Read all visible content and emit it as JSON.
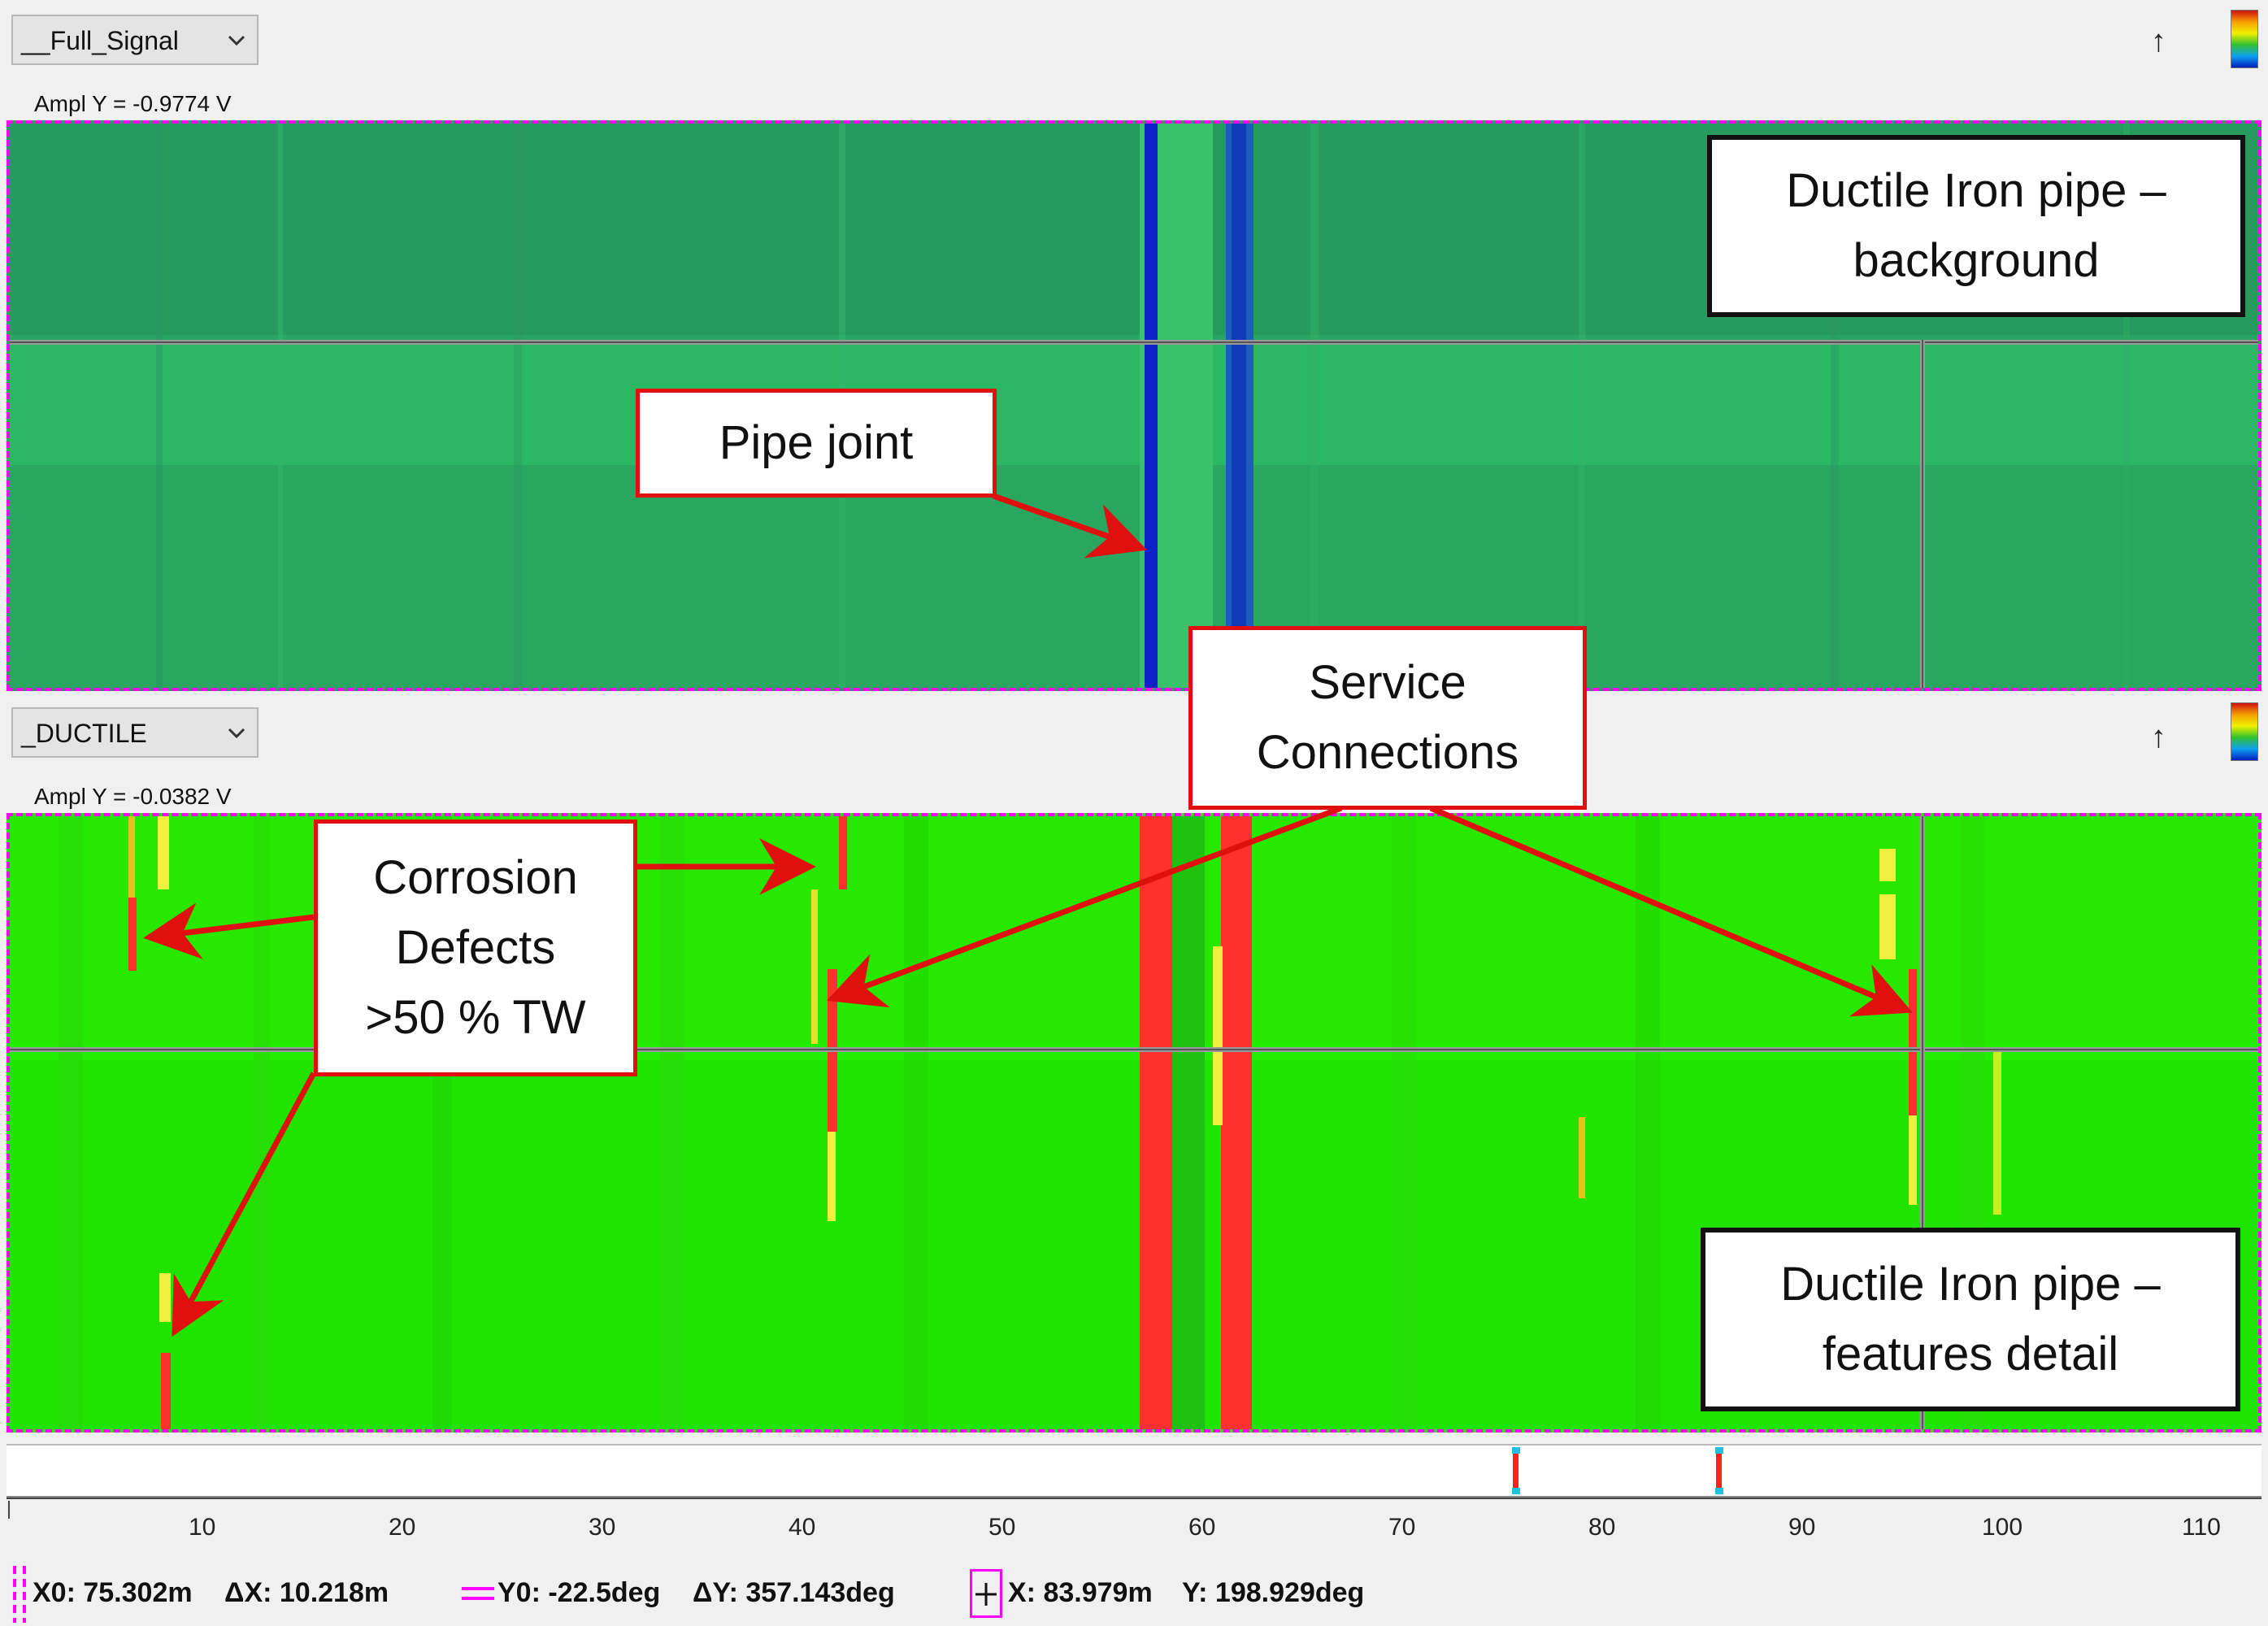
{
  "top_panel": {
    "dropdown_value": "__Full_Signal",
    "amplitude_readout": "Ampl Y  = -0.9774 V"
  },
  "bottom_panel": {
    "dropdown_value": "_DUCTILE",
    "amplitude_readout": "Ampl Y  = -0.0382 V"
  },
  "annotations": {
    "background_label": [
      "Ductile Iron pipe –",
      "background"
    ],
    "pipe_joint": "Pipe joint",
    "service_connections": [
      "Service",
      "Connections"
    ],
    "corrosion_defects": [
      "Corrosion",
      "Defects",
      ">50 % TW"
    ],
    "features_label": [
      "Ductile Iron pipe –",
      "features detail"
    ]
  },
  "x_axis": {
    "ticks": [
      "10",
      "20",
      "30",
      "40",
      "50",
      "60",
      "70",
      "80",
      "90",
      "100",
      "110"
    ]
  },
  "status": {
    "x0": "X0: 75.302m",
    "dx": "ΔX: 10.218m",
    "y0": "Y0: -22.5deg",
    "dy": "ΔY: 357.143deg",
    "x": "X: 83.979m",
    "y": "Y: 198.929deg"
  },
  "colors": {
    "full_signal_bg": "#2aa060",
    "ductile_bg": "#22ee00",
    "joint_blue": "#0a22c8",
    "defect_red": "#ff3030",
    "cursor_magenta": "#ff00ff",
    "callout_red": "#e01010"
  }
}
